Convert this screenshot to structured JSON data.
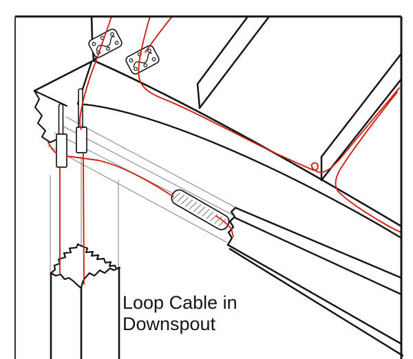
{
  "caption": {
    "line1": "Loop Cable in",
    "line2": "Downspout"
  },
  "colors": {
    "line": "#141414",
    "hidden": "#9a9a9a",
    "cable": "#cf2012",
    "background": "#ffffff"
  },
  "icons": {
    "cable_clip_plate": "shingle-mounted cable clip plate with screw holes",
    "hanger_pin": "gutter cable hanger pin",
    "outlet_strainer": "gutter outlet strainer (hatched)"
  }
}
